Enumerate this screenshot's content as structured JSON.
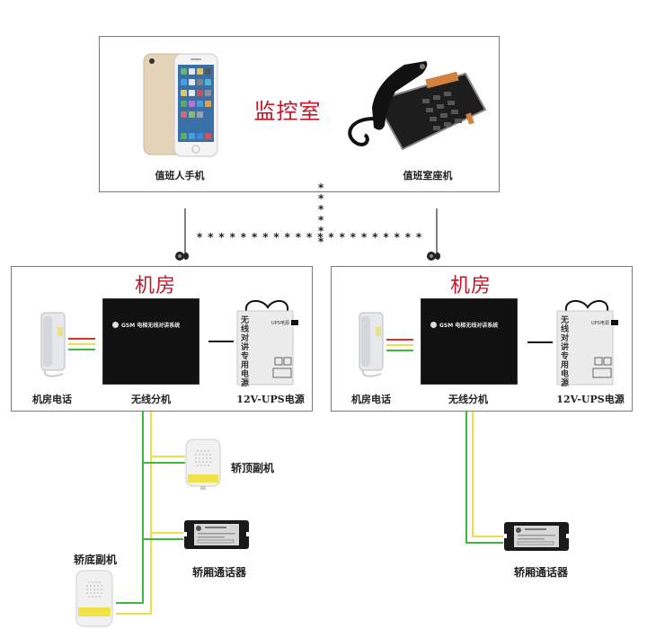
{
  "monitor_room": {
    "title": "监控室",
    "devices": [
      {
        "name": "duty-phone",
        "label": "值班人手机"
      },
      {
        "name": "desk-phone",
        "label": "值班室座机"
      }
    ]
  },
  "machine_rooms": [
    {
      "title": "机房",
      "devices": [
        {
          "label": "机房电话"
        },
        {
          "label": "无线分机",
          "panel_text": "GSM 电梯无线对讲系统"
        },
        {
          "label": "12V-UPS电源",
          "panel_text": "无线对讲专用电源",
          "badge": "UPS电源"
        }
      ]
    },
    {
      "title": "机房",
      "devices": [
        {
          "label": "机房电话"
        },
        {
          "label": "无线分机",
          "panel_text": "GSM 电梯无线对讲系统"
        },
        {
          "label": "12V-UPS电源",
          "panel_text": "无线对讲专用电源",
          "badge": "UPS电源"
        }
      ]
    }
  ],
  "car_devices_left": {
    "car_top": "轿顶副机",
    "car_intercom": "轿厢通话器",
    "car_bottom": "轿底副机"
  },
  "car_devices_right": {
    "car_intercom": "轿厢通话器"
  },
  "wireless_link": {
    "symbol": "*"
  },
  "colors": {
    "title_red": "#c2152a",
    "wire_red": "#d9302a",
    "wire_yellow": "#e9e04a",
    "wire_green": "#3fb83f",
    "box_border": "#7a7a7a"
  }
}
